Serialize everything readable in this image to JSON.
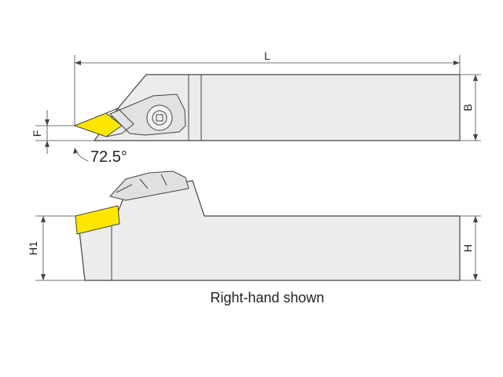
{
  "dimensions": {
    "length_label": "L",
    "width_label": "B",
    "offset_label": "F",
    "height_label": "H",
    "height1_label": "H1",
    "angle_label": "72.5°"
  },
  "caption": "Right-hand shown",
  "colors": {
    "insert": "#ffe600",
    "body_fill": "#ececec",
    "line": "#444444"
  }
}
